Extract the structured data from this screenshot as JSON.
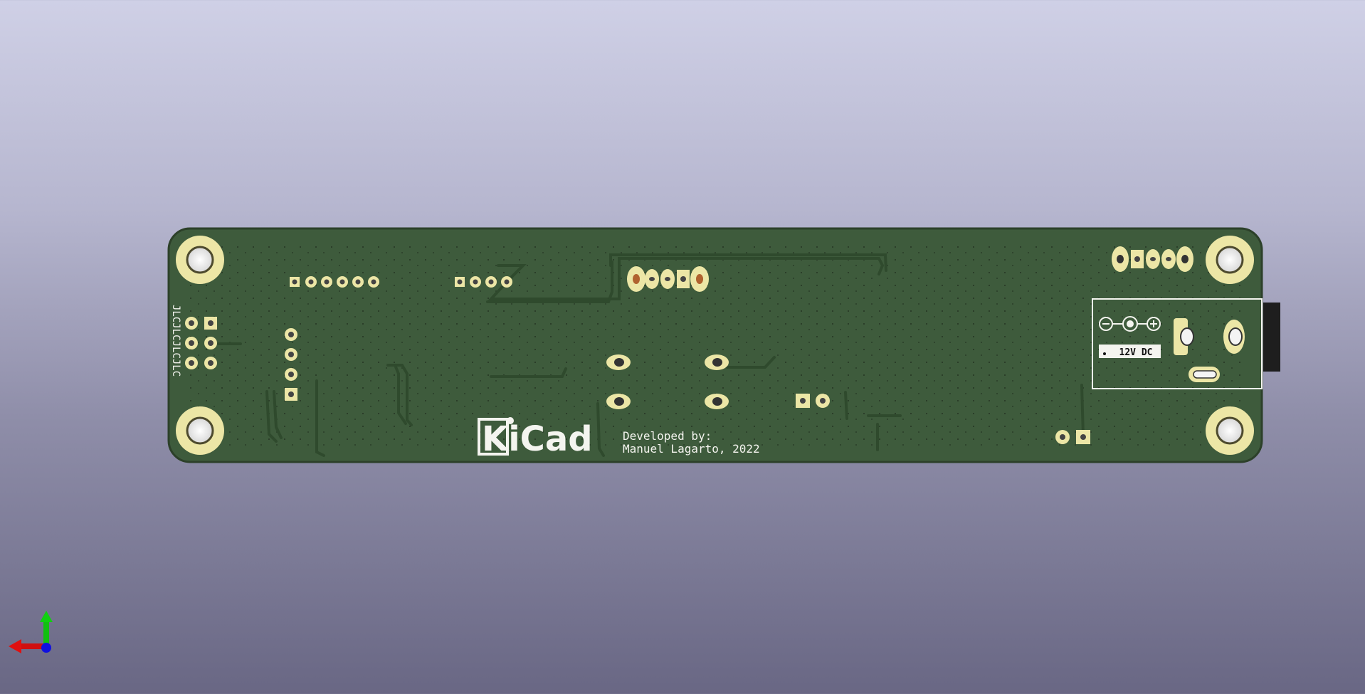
{
  "viewer": {
    "board_color": "#3e5b3c",
    "pad_color": "#ece6a6",
    "silkscreen_color": "#f4f4ef",
    "background_top": "#cfd0e6",
    "background_bottom": "#696784"
  },
  "silkscreen": {
    "side_text": "JLCJLCJLCJLC",
    "logo_text": "KiCad",
    "credit_line1": "Developed by:",
    "credit_line2": "Manuel Lagarto, 2022",
    "power_label": "12V DC"
  },
  "axis_gizmo": {
    "axes": [
      "x-axis-red",
      "y-axis-green",
      "z-axis-blue"
    ],
    "colors": {
      "x": "#e01010",
      "y": "#10d010",
      "z": "#1010e0"
    }
  }
}
